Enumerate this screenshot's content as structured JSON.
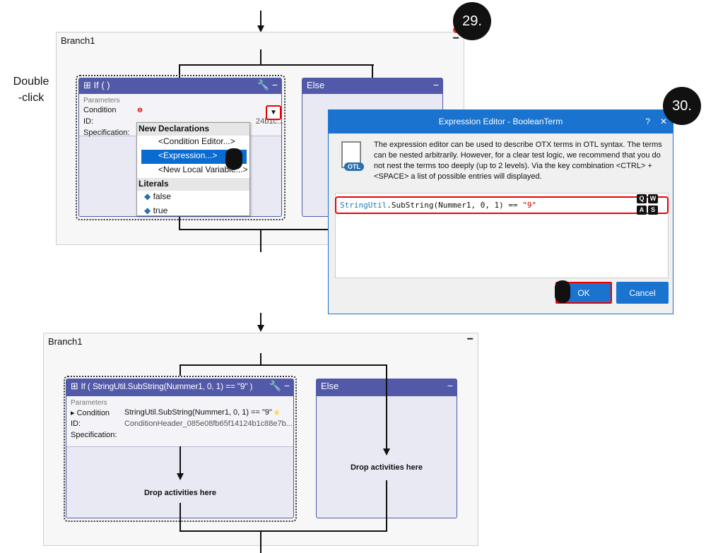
{
  "step_labels": {
    "step1": "29.",
    "step2": "30."
  },
  "hint": {
    "line1": "Double",
    "line2": "-click"
  },
  "top": {
    "branch_title": "Branch1",
    "if_title": "If ( )",
    "else_title": "Else",
    "params_caption": "Parameters",
    "condition_label": "Condition",
    "id_label": "ID:",
    "spec_label": "Specification:",
    "id_value_partial": "24b1c...",
    "dropdown": {
      "group1": "New Declarations",
      "items": [
        "<Condition Editor...>",
        "<Expression...>",
        "<New Local Variable...>"
      ],
      "group2": "Literals",
      "literals": [
        "false",
        "true"
      ]
    }
  },
  "dialog": {
    "title": "Expression Editor - BooleanTerm",
    "help": "?",
    "close": "✕",
    "icon_badge": "OTL",
    "description": "The expression editor can be used to describe OTX terms in OTL syntax. The terms can be nested arbitrarily. However, for a clear test logic, we recommend that you do not nest the terms too deeply (up to 2 levels). Via the key combination <CTRL> + <SPACE> a list of possible entries will displayed.",
    "expr_class": "StringUtil",
    "expr_dot": ".",
    "expr_method": "SubString",
    "expr_args": "(Nummer1, 0, 1) == ",
    "expr_string": "\"9\"",
    "keys": [
      "Q",
      "W",
      "A",
      "S"
    ],
    "ok": "OK",
    "cancel": "Cancel"
  },
  "bottom": {
    "branch_title": "Branch1",
    "if_title": "If ( StringUtil.SubString(Nummer1, 0, 1) == \"9\" )",
    "else_title": "Else",
    "params_caption": "Parameters",
    "condition_label": "Condition",
    "condition_value": "StringUtil.SubString(Nummer1, 0, 1) == \"9\"",
    "id_label": "ID:",
    "id_value": "ConditionHeader_085e08fb65f14124b1c88e7b...",
    "spec_label": "Specification:",
    "drop_if": "Drop activities here",
    "drop_else": "Drop activities here"
  },
  "colors": {
    "header": "#5159a8",
    "dialog": "#1a73cf",
    "highlight": "#e00000"
  }
}
